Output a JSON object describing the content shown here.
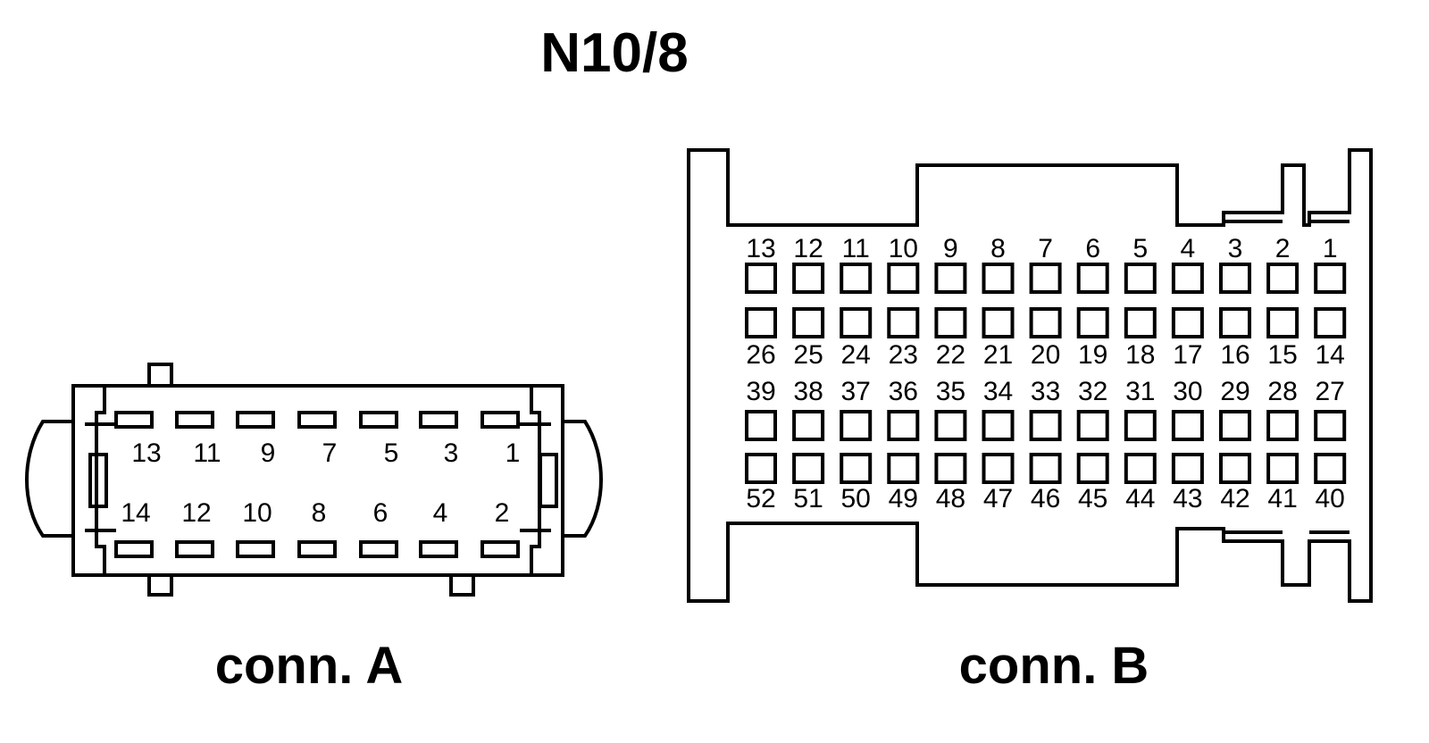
{
  "title": "N10/8",
  "connectors": {
    "a": {
      "label": "conn. A",
      "top_row": [
        "13",
        "11",
        "9",
        "7",
        "5",
        "3",
        "1"
      ],
      "bottom_row": [
        "14",
        "12",
        "10",
        "8",
        "6",
        "4",
        "2"
      ]
    },
    "b": {
      "label": "conn. B",
      "row1": [
        "13",
        "12",
        "11",
        "10",
        "9",
        "8",
        "7",
        "6",
        "5",
        "4",
        "3",
        "2",
        "1"
      ],
      "row2": [
        "26",
        "25",
        "24",
        "23",
        "22",
        "21",
        "20",
        "19",
        "18",
        "17",
        "16",
        "15",
        "14"
      ],
      "row3": [
        "39",
        "38",
        "37",
        "36",
        "35",
        "34",
        "33",
        "32",
        "31",
        "30",
        "29",
        "28",
        "27"
      ],
      "row4": [
        "52",
        "51",
        "50",
        "49",
        "48",
        "47",
        "46",
        "45",
        "44",
        "43",
        "42",
        "41",
        "40"
      ]
    }
  }
}
